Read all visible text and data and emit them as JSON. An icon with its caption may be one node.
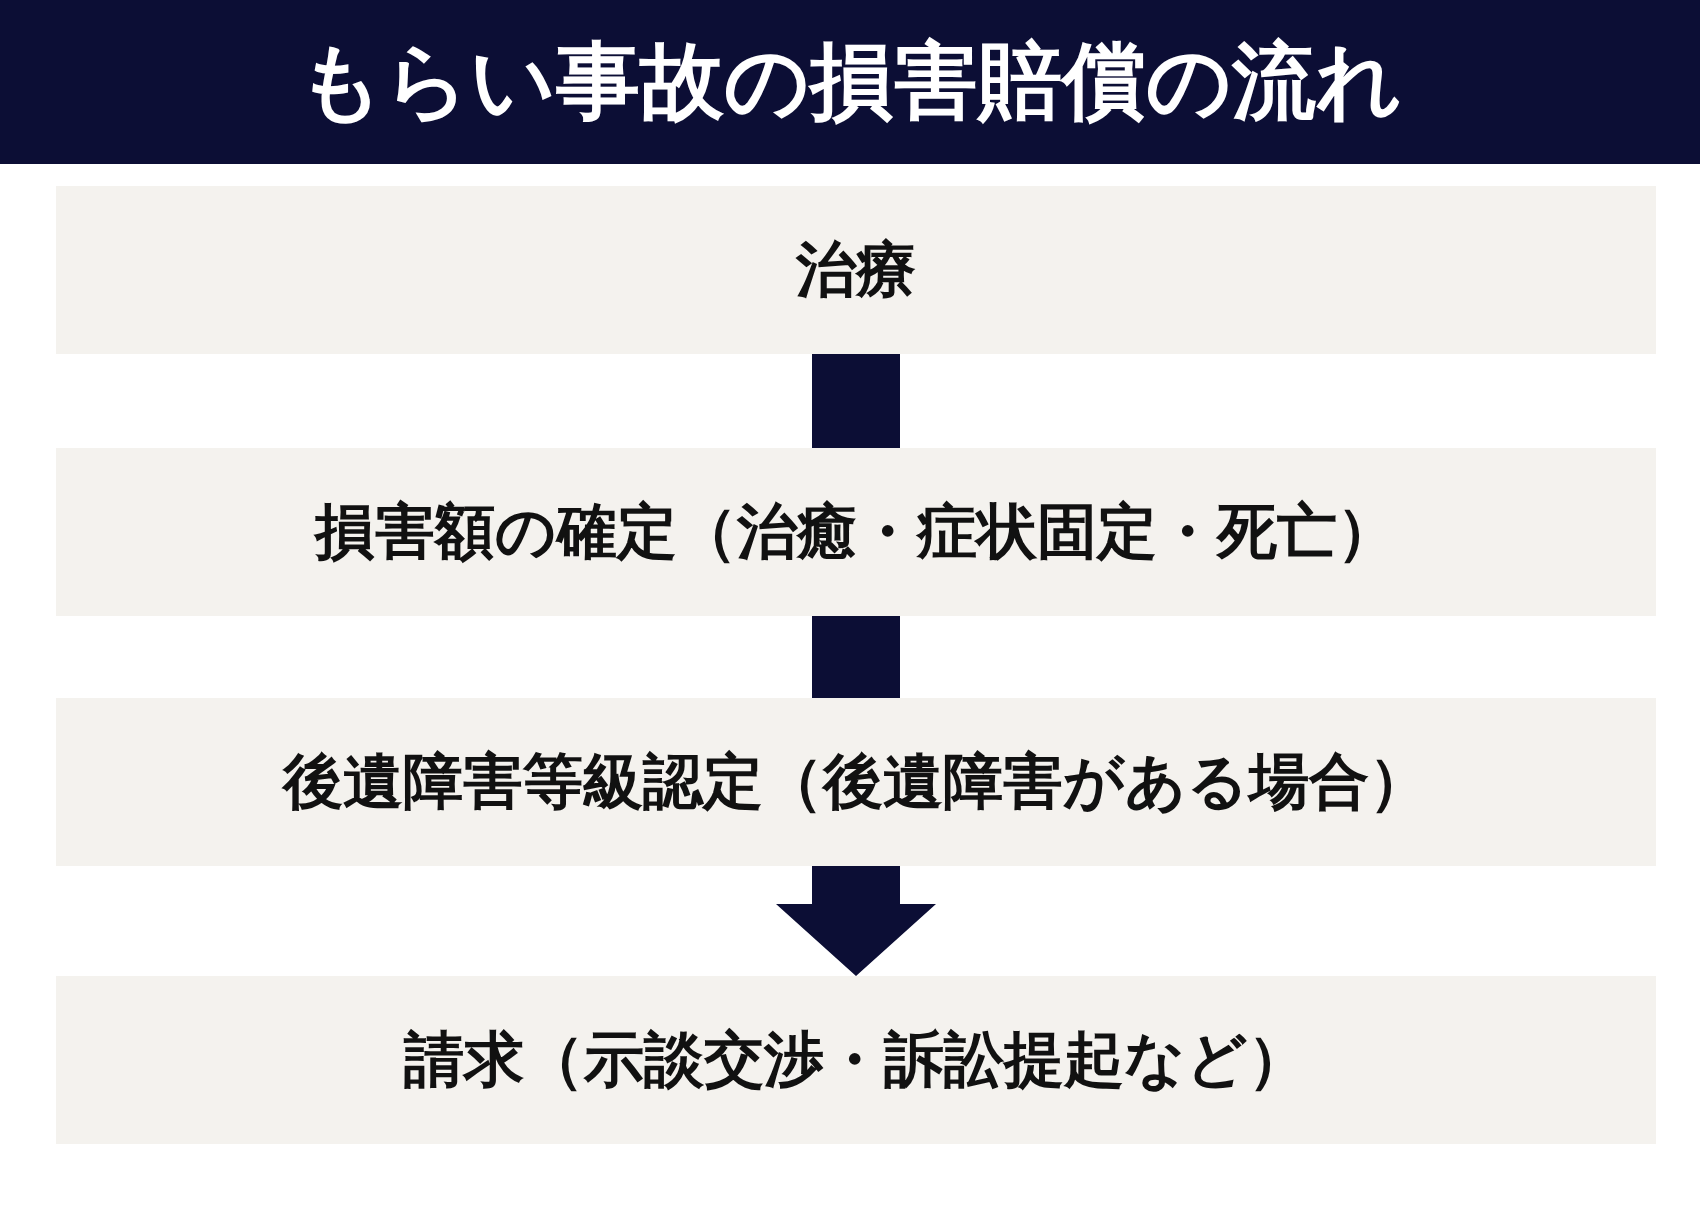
{
  "diagram": {
    "title": "もらい事故の損害賠償の流れ",
    "nodes": [
      {
        "text": [
          "治療"
        ]
      },
      {
        "text": [
          "損害額の確定（治癒・症状固定・死亡）"
        ]
      },
      {
        "text": [
          "後遺障害等級認定（後遺障害がある場合）"
        ]
      },
      {
        "text": [
          "請求（示談交渉・訴訟提起など）"
        ]
      }
    ],
    "edges": [
      {
        "from": 0,
        "to": 1,
        "arrow": "none"
      },
      {
        "from": 1,
        "to": 2,
        "arrow": "none"
      },
      {
        "from": 2,
        "to": 3,
        "arrow": "to"
      }
    ]
  }
}
